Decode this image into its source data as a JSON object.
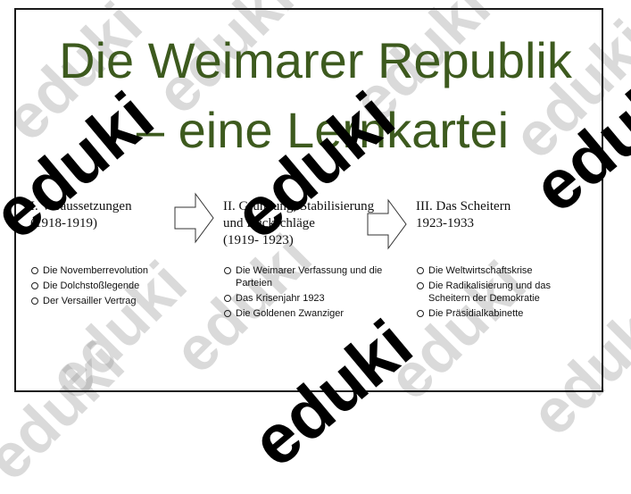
{
  "title": {
    "line1": "Die Weimarer Republik",
    "line2": "– eine Lernkartei"
  },
  "columns": [
    {
      "heading_line1": "I. Voraussetzungen",
      "heading_line2": "(1918-1919)",
      "items": [
        "Die Novemberrevolution",
        "Die Dolchstoßlegende",
        "Der Versailler Vertrag"
      ]
    },
    {
      "heading_line1": "II. Gründung, Stabilisierung",
      "heading_line2": "und Rückschläge",
      "heading_line3": "(1919- 1923)",
      "items": [
        "Die Weimarer Verfassung und die Parteien",
        "Das Krisenjahr 1923",
        "Die Goldenen Zwanziger"
      ]
    },
    {
      "heading_line1": "III. Das Scheitern",
      "heading_line2": "1923-1933",
      "items": [
        "Die Weltwirtschaftskrise",
        "Die Radikalisierung und das Scheitern der Demokratie",
        "Die Präsidialkabinette"
      ]
    }
  ],
  "watermark": {
    "text": "eduki"
  },
  "icons": {
    "arrow": "right-arrow-icon",
    "bullet": "circle-bullet-icon"
  },
  "colors": {
    "title": "#3d5a1e",
    "frame": "#1a1a1a"
  }
}
